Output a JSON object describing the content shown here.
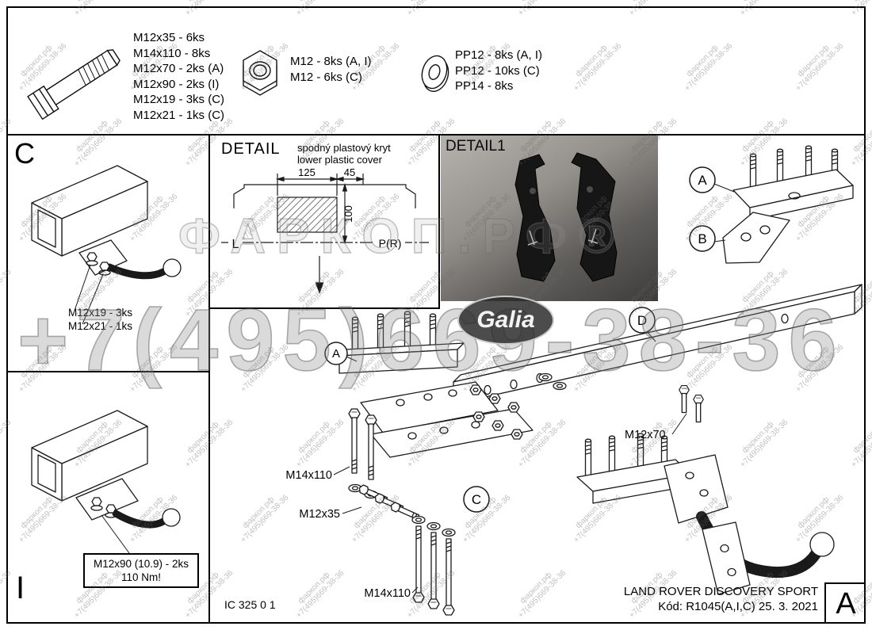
{
  "hardware": {
    "bolts": {
      "items": [
        "M12x35 - 6ks",
        "M14x110 - 8ks",
        "M12x70 - 2ks (A)",
        "M12x90 - 2ks (I)",
        "M12x19 - 3ks (C)",
        "M12x21 - 1ks (C)"
      ]
    },
    "nuts": {
      "items": [
        "M12 - 8ks (A, I)",
        "M12 - 6ks (C)"
      ]
    },
    "washers": {
      "items": [
        "PP12 - 8ks (A, I)",
        "PP12 - 10ks (C)",
        "PP14 - 8ks"
      ]
    }
  },
  "panel_c": {
    "label": "C",
    "note1": "M12x19 - 3ks",
    "note2": "M12x21 - 1ks"
  },
  "panel_i": {
    "label": "I",
    "note1": "M12x90 (10.9) - 2ks",
    "note2": "110 Nm!"
  },
  "detail": {
    "title": "DETAIL",
    "subtitle_sk": "spodný plastový kryt",
    "subtitle_en": "lower plastic cover",
    "dim_width": "125",
    "dim_offset": "45",
    "dim_height": "100",
    "left": "L",
    "right": "P(R)"
  },
  "detail1": {
    "title": "DETAIL1"
  },
  "assembly": {
    "callout_a": "A",
    "callout_b": "B",
    "callout_c": "C",
    "callout_d": "D",
    "label_m14x110_upper": "M14x110",
    "label_m12x35": "M12x35",
    "label_m14x110_lower": "M14x110",
    "label_m12x70": "M12x70"
  },
  "titleblock": {
    "doc": "IC 325 0 1",
    "vehicle": "LAND ROVER DISCOVERY SPORT",
    "code": "Kód: R1045(A,I,C)  25. 3. 2021",
    "sheet": "A"
  },
  "watermark": {
    "site": "фаркоп.рф",
    "phone": "+7(495)669-38-36",
    "big_site": "ФАРКОП.РФ®",
    "logo": "Galia"
  }
}
